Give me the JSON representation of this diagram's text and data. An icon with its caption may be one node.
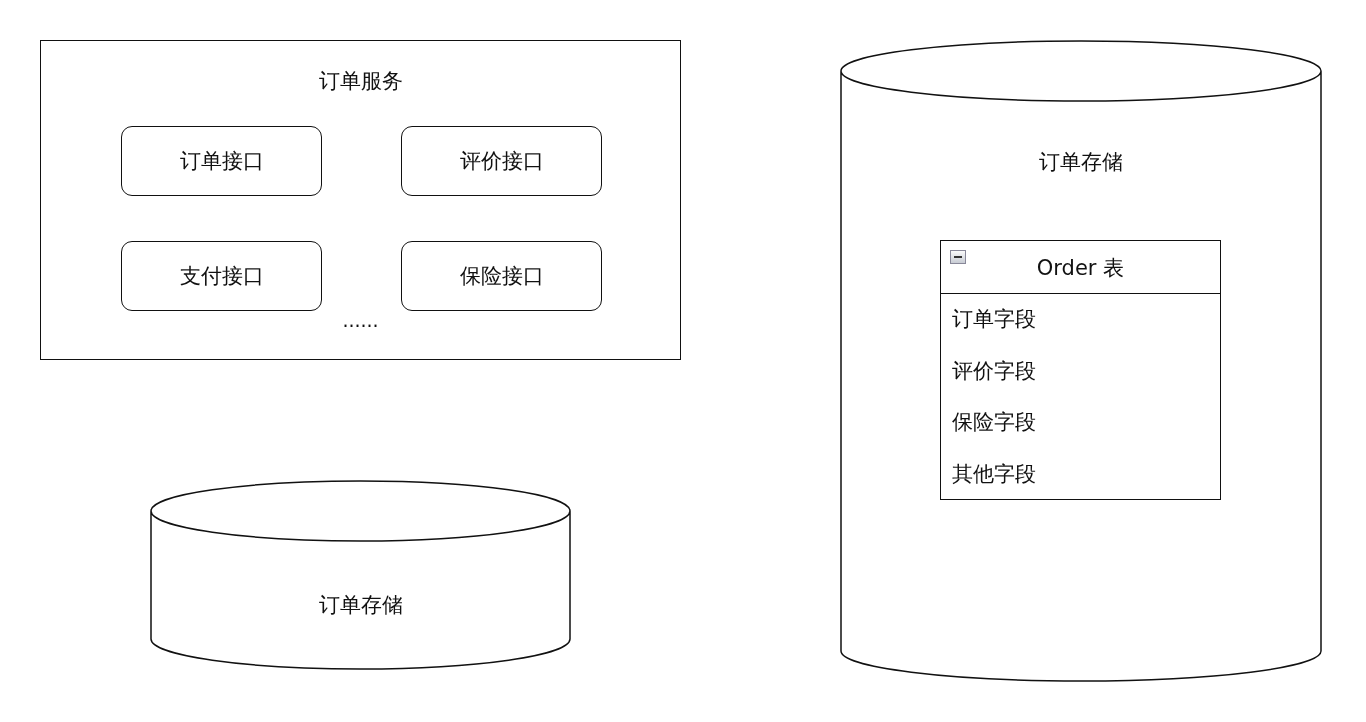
{
  "diagram": {
    "nodes": [
      {
        "text": [
          "订单服务",
          "......"
        ]
      },
      {
        "text": [
          "订单接口"
        ],
        "in": 0
      },
      {
        "text": [
          "评价接口"
        ],
        "in": 0
      },
      {
        "text": [
          "支付接口"
        ],
        "in": 0
      },
      {
        "text": [
          "保险接口"
        ],
        "in": 0
      },
      {
        "text": [
          "订单存储"
        ]
      },
      {
        "text": [
          "订单存储"
        ]
      },
      {
        "text": [
          "Order 表",
          "订单字段",
          "评价字段",
          "保险字段",
          "其他字段"
        ],
        "in": 6
      }
    ],
    "edges": []
  }
}
